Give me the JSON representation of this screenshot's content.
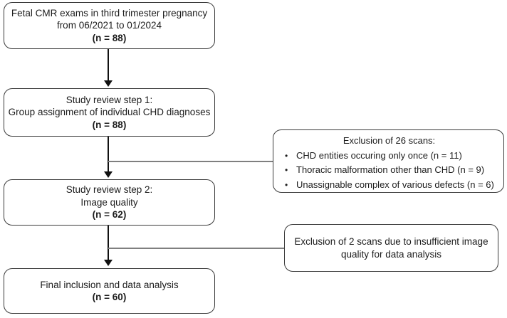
{
  "flow": {
    "box1": {
      "line1": "Fetal CMR exams in third trimester pregnancy",
      "line2": "from 06/2021 to 01/2024",
      "n": "(n = 88)"
    },
    "box2": {
      "line1": "Study review step 1:",
      "line2": "Group assignment of individual CHD diagnoses",
      "n": "(n = 88)"
    },
    "box3": {
      "line1": "Study review step 2:",
      "line2": "Image quality",
      "n": "(n = 62)"
    },
    "box4": {
      "line1": "Final inclusion and data analysis",
      "n": "(n = 60)"
    },
    "exclusion1": {
      "title": "Exclusion of 26 scans:",
      "bullet": "•",
      "items": [
        "CHD entities occuring only once (n = 11)",
        "Thoracic malformation other than CHD (n = 9)",
        "Unassignable complex of various defects (n = 6)"
      ]
    },
    "exclusion2": {
      "text": "Exclusion of 2 scans due to insufficient image quality for data analysis"
    }
  },
  "colors": {
    "background": "#ffffff",
    "box_border": "#3a3a3a",
    "text": "#1c1c1c",
    "arrow_line": "#111111",
    "branch_line": "#7f7f7f"
  }
}
